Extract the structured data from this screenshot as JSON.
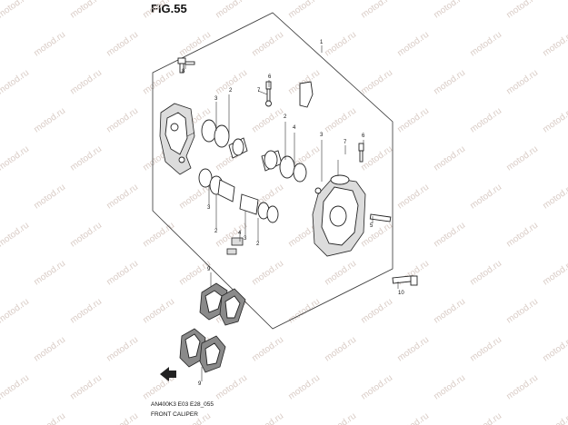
{
  "figure": {
    "title": "FIG.55",
    "code": "AN400K3 E03 E28_055",
    "caption": "FRONT CALIPER"
  },
  "watermark": {
    "text": "motod.ru"
  },
  "callouts": [
    "1",
    "8",
    "6",
    "7",
    "2",
    "3",
    "3",
    "2",
    "4",
    "3",
    "7",
    "6",
    "3",
    "2",
    "4",
    "2",
    "5",
    "9",
    "10",
    "9"
  ],
  "parts": {
    "frame": "caliper-assembly-outline",
    "caliper_body_left": "caliper-bracket",
    "caliper_body_right": "caliper-housing",
    "pad_upper": "brake-pad-set-upper",
    "pad_lower": "brake-pad-set-lower",
    "arrow": "front-direction-arrow"
  }
}
